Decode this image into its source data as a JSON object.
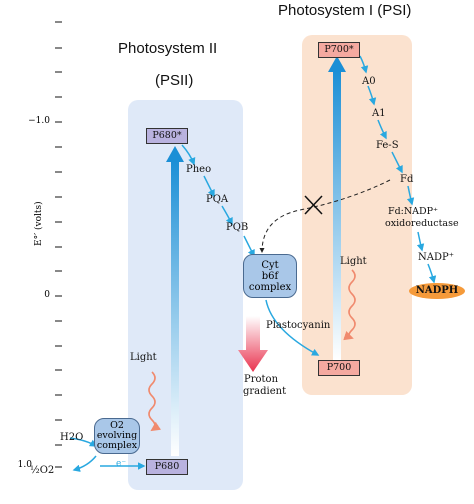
{
  "titles": {
    "psi": "Photosystem I (PSI)",
    "psii_line1": "Photosystem II",
    "psii_line2": "(PSII)"
  },
  "axis": {
    "label": "E°′ (volts)",
    "ticks": [
      "−1.0",
      "0",
      "1.0"
    ]
  },
  "psii": {
    "p680_star": "P680*",
    "p680": "P680",
    "pheo": "Pheo",
    "pqa": "PQA",
    "pqb": "PQB",
    "light": "Light",
    "o2_complex_lines": [
      "O2",
      "evolving",
      "complex"
    ],
    "h2o": "H2O",
    "half_o2": "½O2",
    "electron": "e⁻"
  },
  "cyt_complex": {
    "lines": [
      "Cyt",
      "b6f",
      "complex"
    ]
  },
  "psi": {
    "p700_star": "P700*",
    "p700": "P700",
    "a0": "A0",
    "a1": "A1",
    "fes": "Fe-S",
    "fd": "Fd",
    "fd_nadp_line1": "Fd:NADP⁺",
    "fd_nadp_line2": "oxidoreductase",
    "nadp": "NADP⁺",
    "nadph": "NADPH",
    "light": "Light"
  },
  "labels": {
    "plastocyanin": "Plastocyanin",
    "proton_line1": "Proton",
    "proton_line2": "gradient"
  },
  "colors": {
    "psii_bg": "#dfe9f8",
    "psi_bg": "#fbe2cf",
    "arrow_blue": "#29a8e0",
    "light_arrow": "#f08a6e",
    "proton_arrow": "#e9334f"
  }
}
